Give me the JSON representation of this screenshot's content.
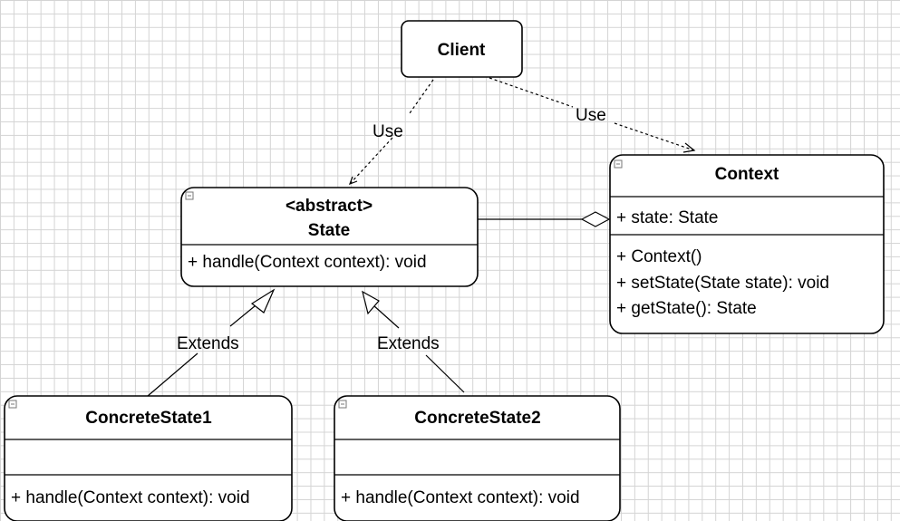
{
  "client": {
    "title": "Client"
  },
  "state": {
    "stereotype": "<abstract>",
    "title": "State",
    "methods": [
      "+ handle(Context context): void"
    ]
  },
  "context": {
    "title": "Context",
    "attributes": [
      "+ state: State"
    ],
    "methods": [
      "+ Context()",
      "+ setState(State state): void",
      "+ getState(): State"
    ]
  },
  "concrete_state_1": {
    "title": "ConcreteState1",
    "methods": [
      "+ handle(Context context): void"
    ]
  },
  "concrete_state_2": {
    "title": "ConcreteState2",
    "methods": [
      "+ handle(Context context): void"
    ]
  },
  "edges": {
    "client_to_state": "Use",
    "client_to_context": "Use",
    "cs1_to_state": "Extends",
    "cs2_to_state": "Extends"
  }
}
